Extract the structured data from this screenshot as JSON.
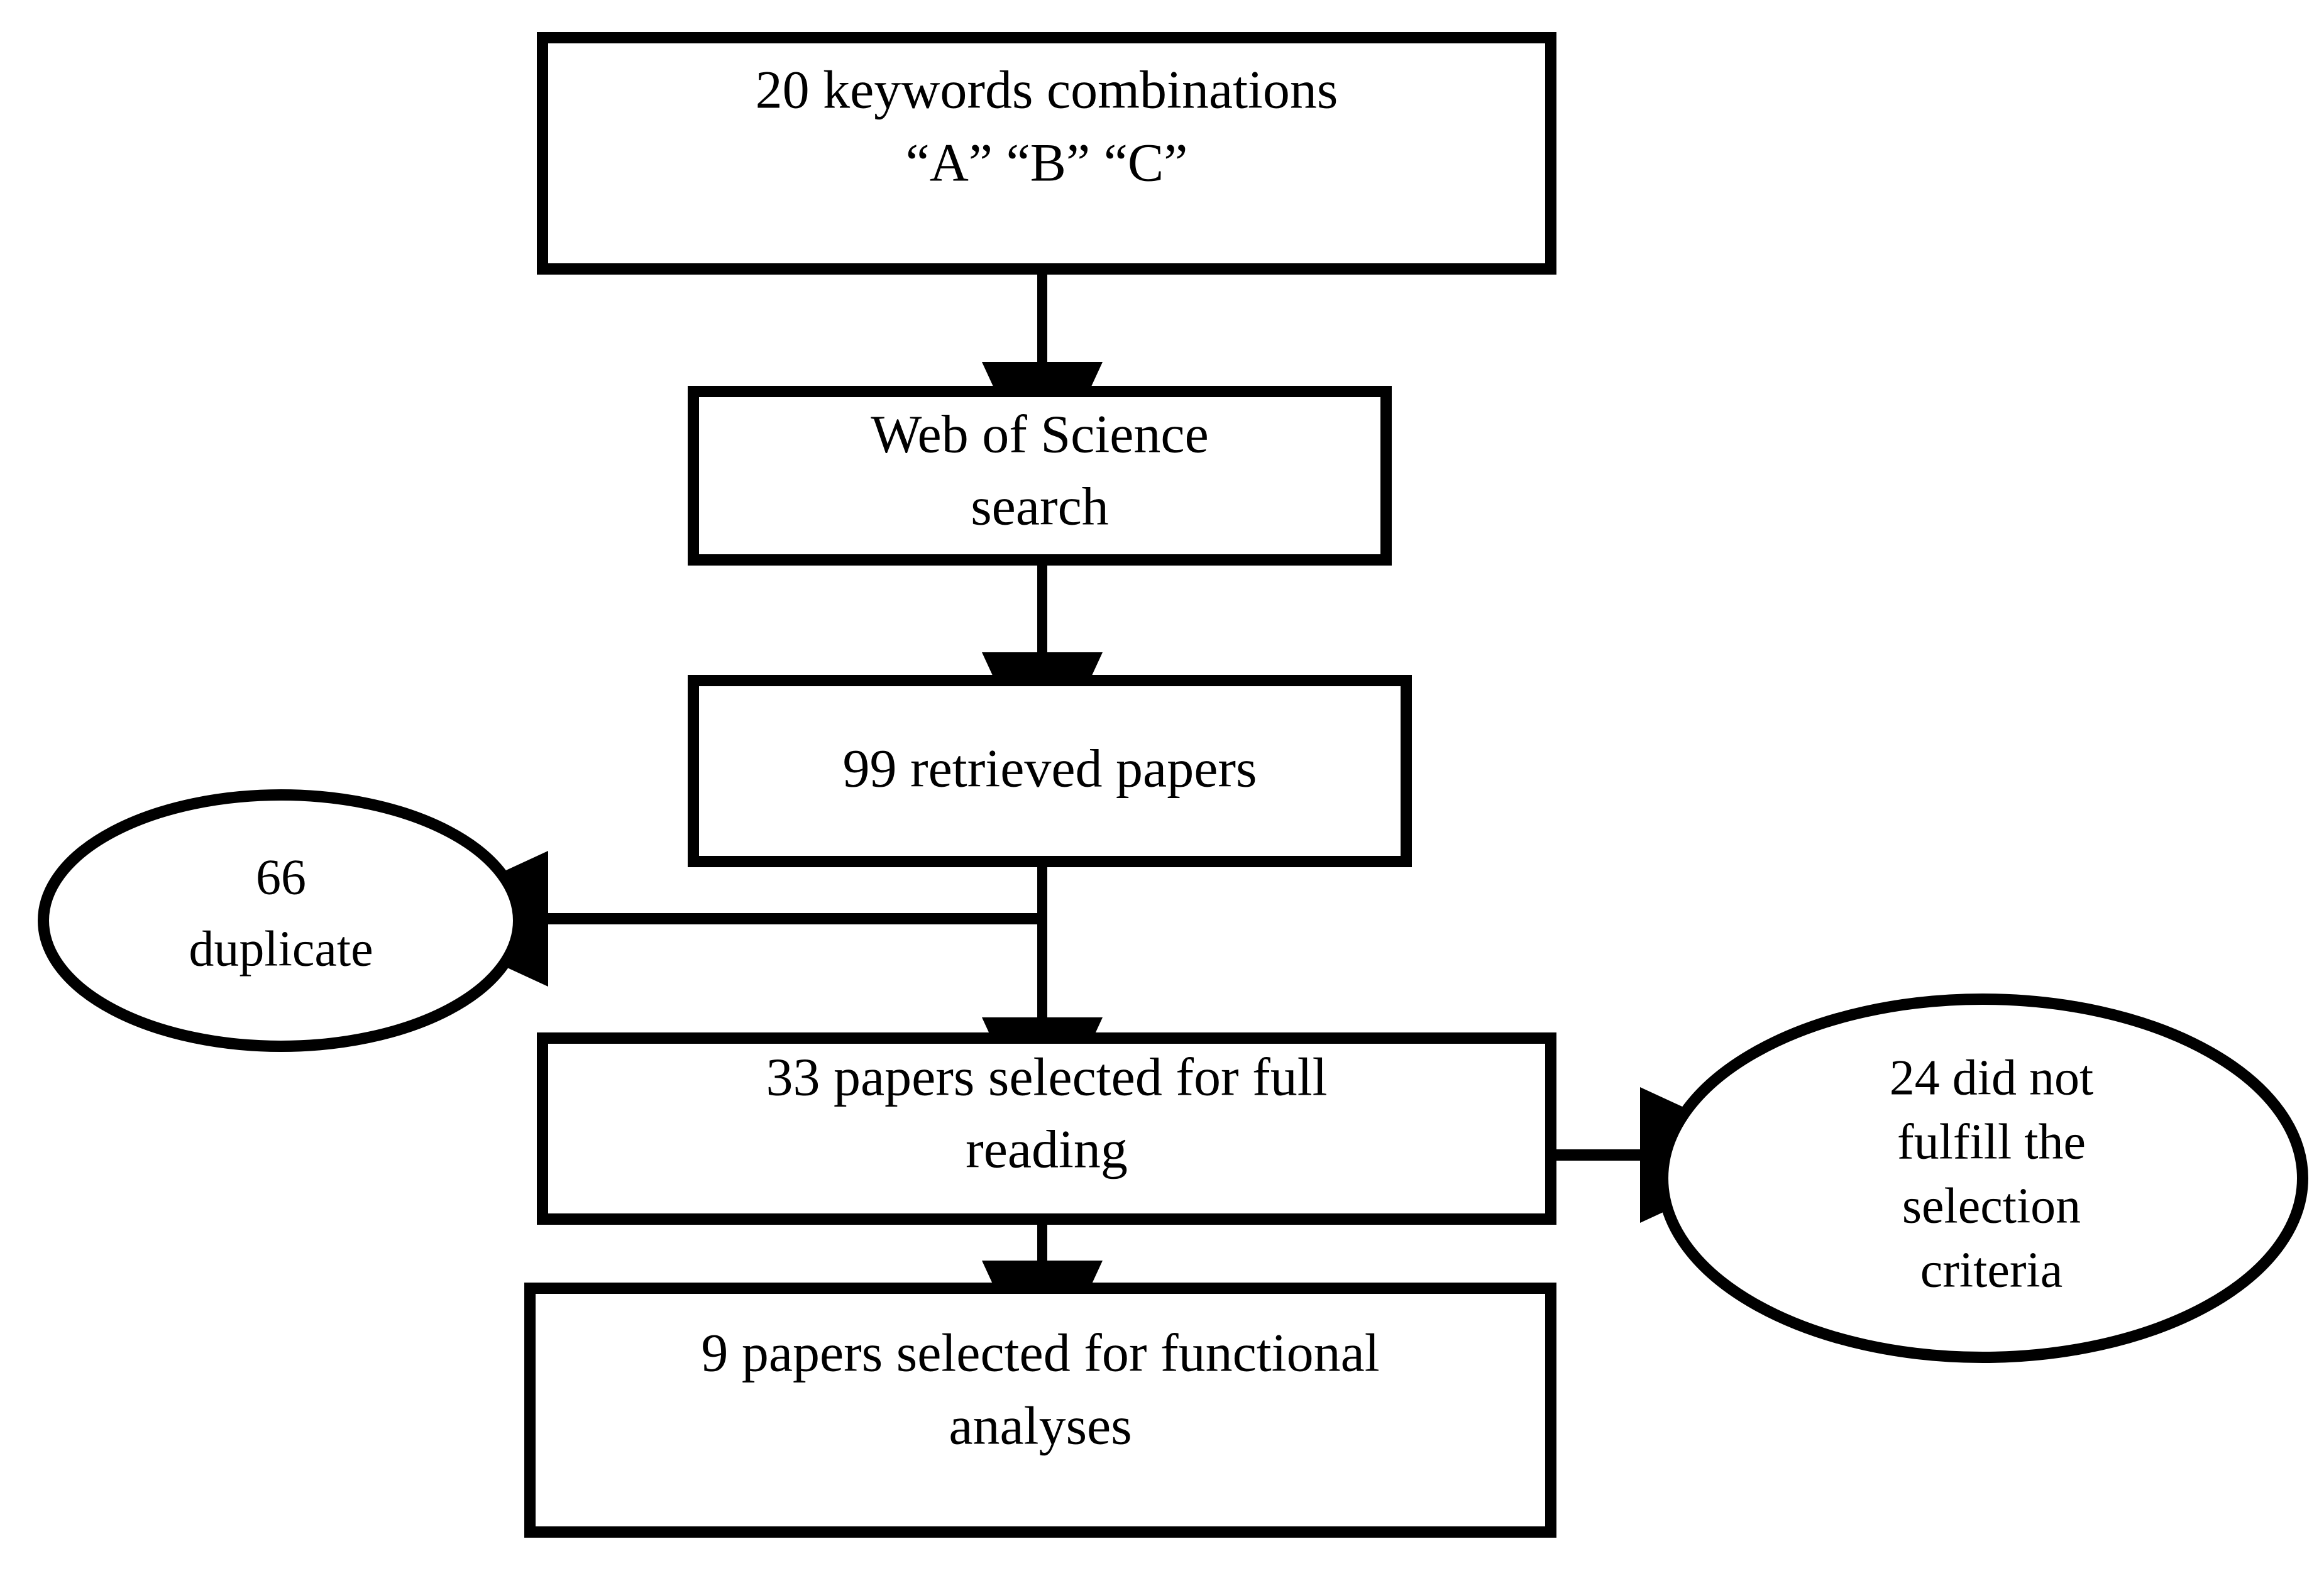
{
  "diagram": {
    "type": "flowchart",
    "title": "Literature search and selection flowchart",
    "colors": {
      "background": "#ffffff",
      "stroke": "#000000",
      "fill": "#ffffff",
      "text": "#000000"
    },
    "nodes": [
      {
        "id": "keywords",
        "shape": "rectangle",
        "lines": [
          "20 keywords combinations",
          "“A” “B” “C”"
        ]
      },
      {
        "id": "wos-search",
        "shape": "rectangle",
        "lines": [
          "Web of Science",
          "search"
        ]
      },
      {
        "id": "retrieved",
        "shape": "rectangle",
        "lines": [
          "99 retrieved papers"
        ]
      },
      {
        "id": "duplicates",
        "shape": "ellipse",
        "lines": [
          "66",
          "duplicate"
        ]
      },
      {
        "id": "full-reading",
        "shape": "rectangle",
        "lines": [
          "33 papers selected for full",
          "reading"
        ]
      },
      {
        "id": "not-fulfilled",
        "shape": "ellipse",
        "lines": [
          "24 did not",
          "fulfill the",
          "selection",
          "criteria"
        ]
      },
      {
        "id": "functional",
        "shape": "rectangle",
        "lines": [
          "9 papers selected for functional",
          "analyses"
        ]
      }
    ],
    "edges": [
      {
        "id": "edge-keywords-to-wos",
        "from": "keywords",
        "to": "wos-search",
        "direction": "down"
      },
      {
        "id": "edge-wos-to-retrieved",
        "from": "wos-search",
        "to": "retrieved",
        "direction": "down"
      },
      {
        "id": "edge-retrieved-to-duplicates",
        "from": "retrieved",
        "to": "duplicates",
        "direction": "left"
      },
      {
        "id": "edge-retrieved-to-full-reading",
        "from": "retrieved",
        "to": "full-reading",
        "direction": "down"
      },
      {
        "id": "edge-full-reading-to-not-fulfilled",
        "from": "full-reading",
        "to": "not-fulfilled",
        "direction": "right"
      },
      {
        "id": "edge-full-reading-to-functional",
        "from": "full-reading",
        "to": "functional",
        "direction": "down"
      }
    ]
  }
}
